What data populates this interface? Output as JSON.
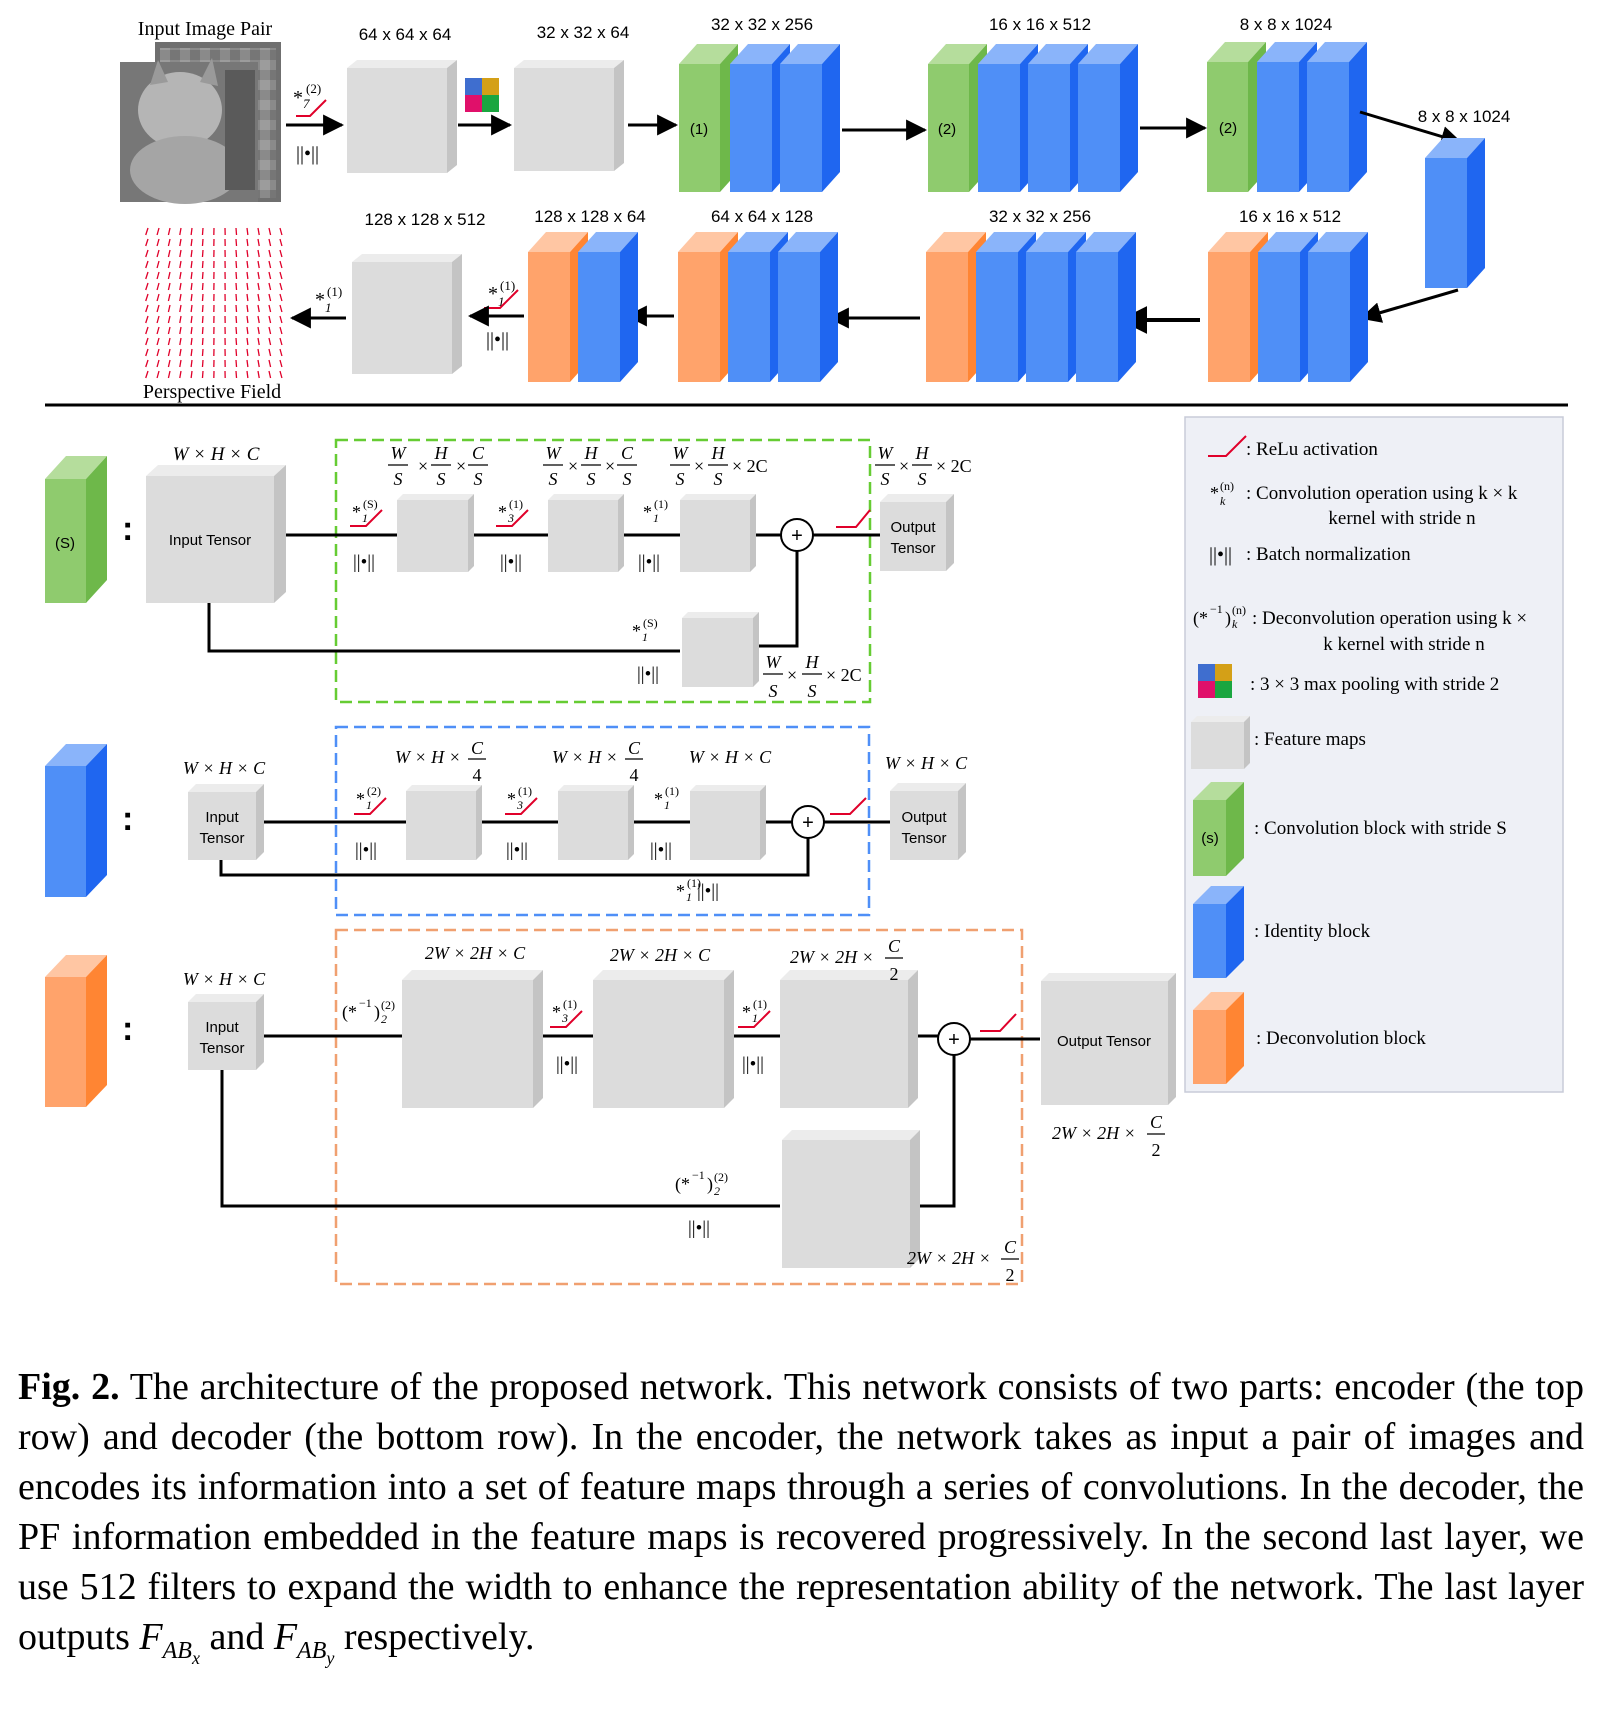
{
  "encoder": {
    "input_label": "Input Image Pair",
    "conv7_label": "*",
    "conv7_sup": "(2)",
    "conv7_sub": "7",
    "bn_symbol": "||•||",
    "dims": [
      "64 x 64 x 64",
      "32 x 32 x 64",
      "32 x 32 x 256",
      "16 x 16 x 512",
      "8 x 8 x 1024",
      "8 x 8 x 1024"
    ],
    "block_strides": [
      "(1)",
      "(2)",
      "(2)"
    ]
  },
  "decoder": {
    "output_label": "Perspective Field",
    "dims": [
      "128 x 128 x 512",
      "128 x 128 x 64",
      "64 x 64 x 128",
      "32 x 32 x 256",
      "16 x 16 x 512"
    ],
    "conv1_a_sup": "(1)",
    "conv1_a_sub": "1",
    "conv1_b_sup": "(1)",
    "conv1_b_sub": "1"
  },
  "conv_block": {
    "stride_label": "(S)",
    "input_dim": "W × H × C",
    "input_label": "Input Tensor",
    "output_label_1": "Output",
    "output_label_2": "Tensor",
    "colon": ":",
    "op1_sup": "(S)",
    "op1_sub": "1",
    "op2_sup": "(1)",
    "op2_sub": "3",
    "op3_sup": "(1)",
    "op3_sub": "1",
    "op4_sup": "(S)",
    "op4_sub": "1",
    "dim_frac_W": "W",
    "dim_frac_H": "H",
    "dim_frac_C": "C",
    "dim_frac_S": "S",
    "dim_2C": "× 2C",
    "times": "×"
  },
  "identity_block": {
    "input_dim": "W × H × C",
    "input_label_1": "Input",
    "input_label_2": "Tensor",
    "output_label_1": "Output",
    "output_label_2": "Tensor",
    "dim_a": "W × H ×",
    "dim_frac_num": "C",
    "dim_frac_den": "4",
    "dim_b": "W × H × C",
    "dim_out": "W × H × C",
    "op1_sup": "(2)",
    "op1_sub": "1",
    "op2_sup": "(1)",
    "op2_sub": "3",
    "op3_sup": "(1)",
    "op3_sub": "1",
    "op4_sup": "(1)",
    "op4_sub": "1"
  },
  "deconv_block": {
    "input_dim": "W × H × C",
    "input_label_1": "Input",
    "input_label_2": "Tensor",
    "output_label": "Output Tensor",
    "dim_a": "2W × 2H × C",
    "dim_c": "2W × 2H ×",
    "dim_frac_num": "C",
    "dim_frac_den": "2",
    "deconv_label": "(*",
    "deconv_exp": "−1",
    "deconv_close": ")",
    "deconv_sup": "(2)",
    "deconv_sub": "2",
    "op2_sup": "(1)",
    "op2_sub": "3",
    "op3_sup": "(1)",
    "op3_sub": "1"
  },
  "legend": {
    "relu": ": ReLu activation",
    "conv_line1": ": Convolution operation using k × k",
    "conv_line2": "kernel with stride n",
    "conv_sup": "(n)",
    "conv_sub": "k",
    "bn": ": Batch normalization",
    "deconv_line1": ": Deconvolution operation using k ×",
    "deconv_line2": "k kernel with stride n",
    "deconv_sym": "(*",
    "deconv_exp": "−1",
    "deconv_close": ")",
    "deconv_sup": "(n)",
    "deconv_sub": "k",
    "pool": ": 3 × 3 max pooling with stride 2",
    "feature": ": Feature maps",
    "conv_block_stride": "(s)",
    "conv_block": ": Convolution block with stride S",
    "identity": ": Identity block",
    "deconv_block": ": Deconvolution block"
  },
  "caption": {
    "fig_label": "Fig. 2.",
    "text": "The architecture of the proposed network. This network consists of two parts: encoder (the top row) and decoder (the bottom row). In the encoder, the network takes as input a pair of images and encodes its information into a set of feature maps through a series of convolutions. In the decoder, the PF information embedded in the feature maps is recovered progressively. In the second last layer, we use 512 filters to expand the width to enhance the representation ability of the network. The last layer outputs",
    "f_x_main": "F",
    "f_x_sub": "AB",
    "f_x_subsub": "x",
    "and_word": "and",
    "f_y_main": "F",
    "f_y_sub": "AB",
    "f_y_subsub": "y",
    "tail": "respectively."
  },
  "colors": {
    "green_front": "#8fcb6e",
    "green_side": "#6eb84a",
    "blue_front": "#4f8ff7",
    "blue_side": "#1f66f0",
    "orange_front": "#ffa36b",
    "orange_side": "#ff8533",
    "gray_front": "#dcdcdc",
    "gray_side": "#c4c4c4",
    "green_dash": "#66cc33",
    "blue_dash": "#4f8ff7",
    "orange_dash": "#f0a070",
    "relu": "#e0002a",
    "legend_bg": "#eef0f6"
  }
}
